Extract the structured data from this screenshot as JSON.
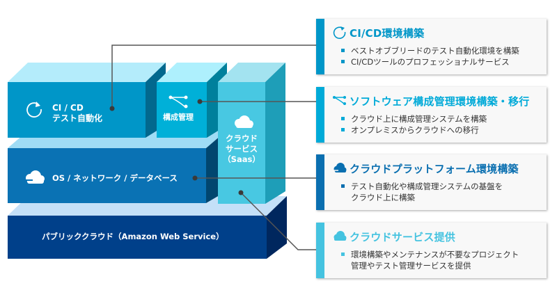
{
  "blocks": {
    "cicd": {
      "line1": "CI / CD",
      "line2": "テスト自動化",
      "icon": "refresh-icon"
    },
    "config": {
      "label": "構成管理",
      "icon": "branch-icon"
    },
    "saas": {
      "line1": "クラウド",
      "line2": "サービス",
      "line3": "（Saas）",
      "icon": "cloud-icon"
    },
    "os": {
      "label": "OS / ネットワーク / データベース",
      "icon": "cloud-upload-icon"
    },
    "aws": {
      "label": "パブリッククラウド（Amazon Web Service）"
    }
  },
  "cards": [
    {
      "title": "CI/CD環境構築",
      "icon": "refresh-icon",
      "color": "#0096c8",
      "items": [
        "ベストオブブリードのテスト自動化環境を構築",
        "CI/CDツールのプロフェッショナルサービス"
      ]
    },
    {
      "title": "ソフトウェア構成管理環境構築・移行",
      "icon": "branch-icon",
      "color": "#00aad8",
      "items": [
        "クラウド上に構成管理システムを構築",
        "オンプレミスからクラウドへの移行"
      ]
    },
    {
      "title": "クラウドプラットフォーム環境構築",
      "icon": "cloud-upload-icon",
      "color": "#0a6fb0",
      "items": [
        "テスト自動化や構成管理システムの基盤を",
        "クラウド上に構築"
      ]
    },
    {
      "title": "クラウドサービス提供",
      "icon": "cloud-icon",
      "color": "#45c3e0",
      "items": [
        "環境構築やメンテナンスが不要なプロジェクト",
        "管理やテスト管理サービスを提供"
      ]
    }
  ],
  "colors": {
    "cicd_front": "#0096c8",
    "config_front": "#00b0d8",
    "saas_front": "#48c8e2",
    "os_front": "#0a72b4",
    "aws_front": "#00408a",
    "connector": "#555555"
  }
}
